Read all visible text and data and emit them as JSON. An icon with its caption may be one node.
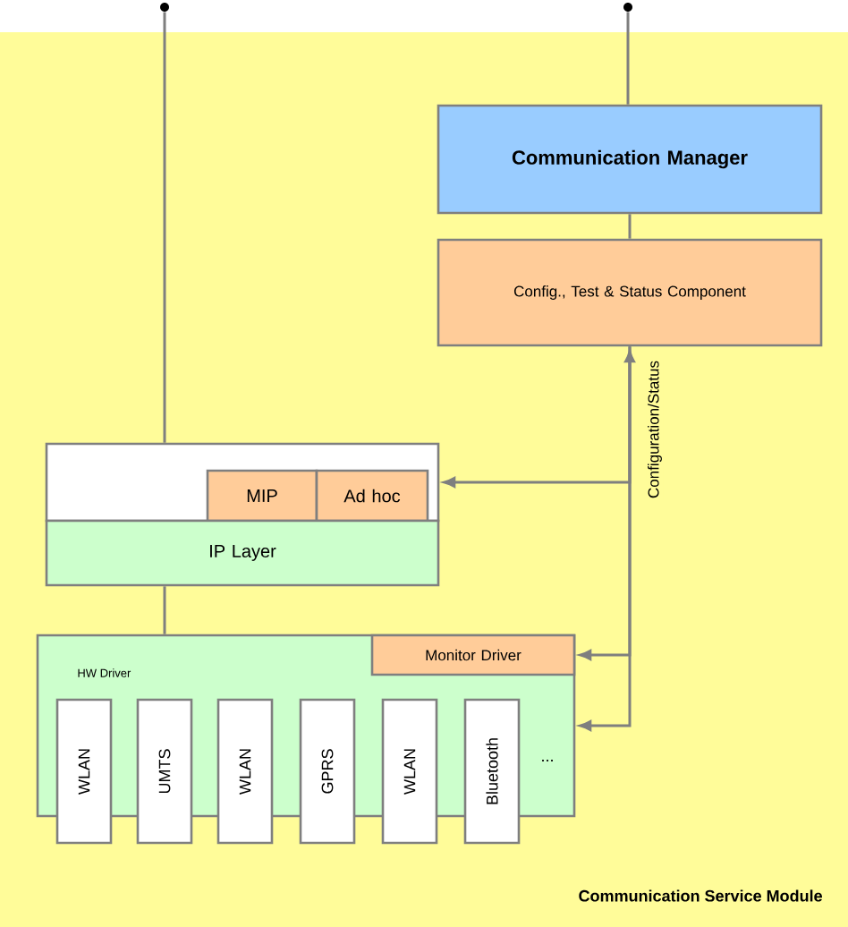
{
  "diagram": {
    "nodes": [
      {
        "text": [
          "Communication Service Module"
        ]
      },
      {
        "text": [
          "Communication Manager"
        ],
        "in": 0
      },
      {
        "text": [
          "Config., Test & Status Component"
        ],
        "in": 0
      },
      {
        "text": [],
        "shape": "box",
        "in": 0
      },
      {
        "text": [
          "MIP"
        ],
        "in": 3
      },
      {
        "text": [
          "Ad hoc"
        ],
        "in": 3
      },
      {
        "text": [
          "IP Layer"
        ],
        "in": 0
      },
      {
        "text": [
          "HW Driver"
        ],
        "in": 0
      },
      {
        "text": [
          "Monitor Driver"
        ],
        "in": 7
      },
      {
        "text": [
          "WLAN"
        ],
        "in": 0
      },
      {
        "text": [
          "UMTS"
        ],
        "in": 0
      },
      {
        "text": [
          "WLAN"
        ],
        "in": 0
      },
      {
        "text": [
          "GPRS"
        ],
        "in": 0
      },
      {
        "text": [
          "WLAN"
        ],
        "in": 0
      },
      {
        "text": [
          "Bluetooth"
        ],
        "in": 0
      },
      {
        "text": [],
        "shape": "circle"
      },
      {
        "text": [],
        "shape": "circle"
      }
    ],
    "edges": [
      {
        "from": 15,
        "to": 3,
        "arrow": "none"
      },
      {
        "from": 16,
        "to": 1,
        "arrow": "none"
      },
      {
        "from": 1,
        "to": 2,
        "arrow": "none"
      },
      {
        "from": 6,
        "to": 7,
        "arrow": "none"
      },
      {
        "from": 2,
        "to": 3,
        "arrow": "both",
        "label": "Configuration/Status"
      },
      {
        "from": 2,
        "to": 8,
        "arrow": "to"
      },
      {
        "from": 2,
        "to": 7,
        "arrow": "to"
      }
    ],
    "labels": [
      "..."
    ]
  }
}
